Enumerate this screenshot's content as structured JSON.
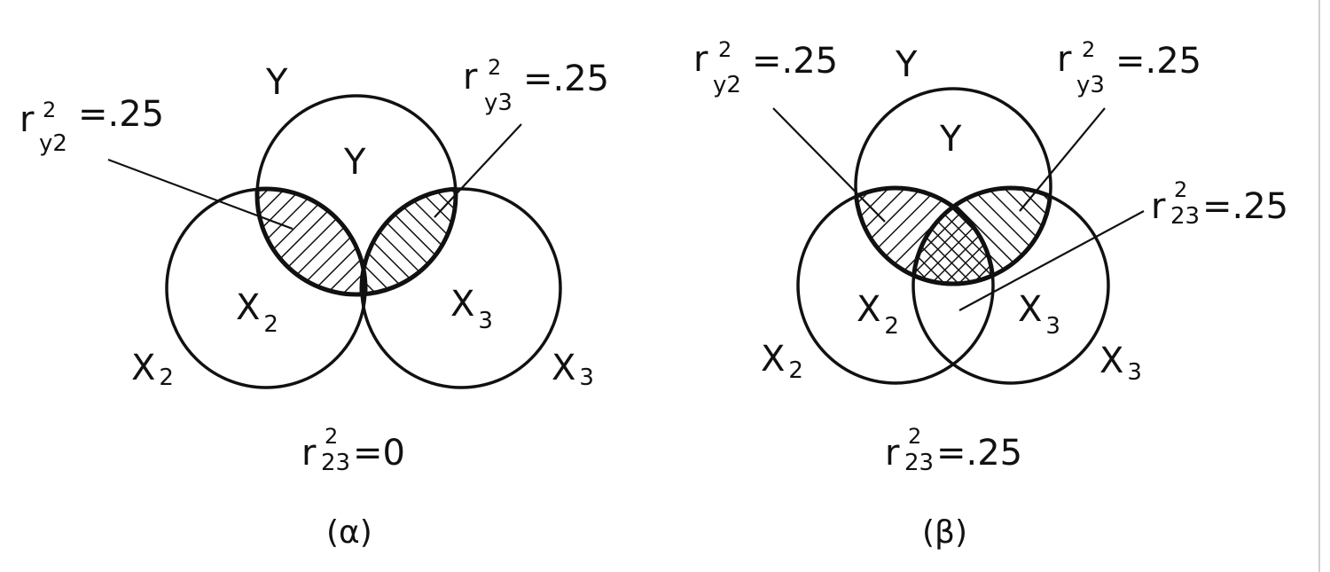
{
  "panel_a": {
    "circle_y_outer": "Y",
    "circle_y_inner": "Y",
    "circle_x2_inner": "X",
    "circle_x2_inner_sub": "2",
    "circle_x3_inner": "X",
    "circle_x3_inner_sub": "3",
    "circle_x2_outer": "X",
    "circle_x2_outer_sub": "2",
    "circle_x3_outer": "X",
    "circle_x3_outer_sub": "3",
    "label_y2": {
      "base": "r",
      "sup": "2",
      "sub": "y2",
      "value": "=.25"
    },
    "label_y3": {
      "base": "r",
      "sup": "2",
      "sub": "y3",
      "value": "=.25"
    },
    "caption_r23": {
      "base": "r",
      "sup": "2",
      "sub": "23",
      "value": "=0"
    },
    "panel_caption": "(α)"
  },
  "panel_b": {
    "circle_y_outer": "Y",
    "circle_y_inner": "Y",
    "circle_x2_inner": "X",
    "circle_x2_inner_sub": "2",
    "circle_x3_inner": "X",
    "circle_x3_inner_sub": "3",
    "circle_x2_outer": "X",
    "circle_x2_outer_sub": "2",
    "circle_x3_outer": "X",
    "circle_x3_outer_sub": "3",
    "label_y2": {
      "base": "r",
      "sup": "2",
      "sub": "y2",
      "value": "=.25"
    },
    "label_y3": {
      "base": "r",
      "sup": "2",
      "sub": "y3",
      "value": "=.25"
    },
    "label_23": {
      "base": "r",
      "sup": "2",
      "sub": "23",
      "value": "=.25"
    },
    "caption_r23": {
      "base": "r",
      "sup": "2",
      "sub": "23",
      "value": "=.25"
    },
    "panel_caption": "(β)"
  }
}
